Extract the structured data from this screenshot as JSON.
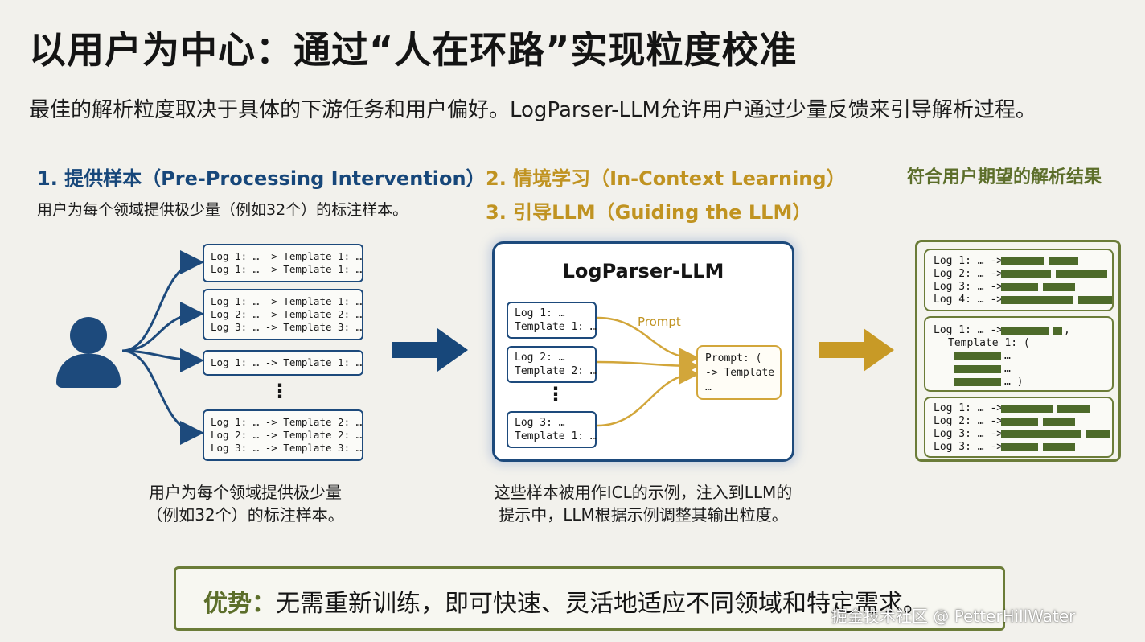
{
  "title": "以用户为中心：通过“人在环路”实现粒度校准",
  "subtitle": "最佳的解析粒度取决于具体的下游任务和用户偏好。LogParser-LLM允许用户通过少量反馈来引导解析过程。",
  "step1": {
    "title": "1. 提供样本（Pre-Processing Intervention）",
    "desc": "用户为每个领域提供极少量（例如32个）的标注样本。",
    "boxes": [
      "Log 1: … -> Template 1: …\nLog 1: … -> Template 1: …",
      "Log 1: … -> Template 1: …\nLog 2: … -> Template 2: …\nLog 3: … -> Template 3: …",
      "Log 1: … -> Template 1: …",
      "Log 1: … -> Template 2: …\nLog 2: … -> Template 2: …\nLog 3: … -> Template 3: …"
    ],
    "ellipsis": "⋮",
    "caption_line1": "用户为每个领域提供极少量",
    "caption_line2": "（例如32个）的标注样本。"
  },
  "step2": {
    "title": "2. 情境学习（In-Context Learning）",
    "title3": "3. 引导LLM（Guiding the LLM）",
    "llm_title": "LogParser-LLM",
    "examples": [
      "Log 1: …\nTemplate 1: …",
      "Log 2: …\nTemplate 2: …",
      "Log 3: …\nTemplate 1: …"
    ],
    "ellipsis": "⋮",
    "prompt_label": "Prompt",
    "prompt_text": "Prompt: (\n-> Template\n…",
    "caption_line1": "这些样本被用作ICL的示例，注入到LLM的",
    "caption_line2": "提示中，LLM根据示例调整其输出粒度。"
  },
  "result": {
    "title": "符合用户期望的解析结果",
    "box1_lines": [
      "Log 1: … ->",
      "Log 2: … ->",
      "Log 3: … ->",
      "Log 4: … ->"
    ],
    "box2_line1": "Log 1: … ->",
    "box2_comma": ",",
    "box2_line2": "Template 1: (",
    "box2_line3": "…",
    "box2_line4": "…",
    "box2_line5": "… )",
    "box3_lines": [
      "Log 1: … ->",
      "Log 2: … ->",
      "Log 3: … ->",
      "Log 3: … ->"
    ]
  },
  "advantage": {
    "label": "优势：",
    "text": "无需重新训练，即可快速、灵活地适应不同领域和特定需求。"
  },
  "watermark": "掘金技术社区 @ PetterHillWater",
  "colors": {
    "blue": "#1d4a7c",
    "gold": "#d2a63a",
    "green": "#6b7c38",
    "background": "#f2f1ec"
  }
}
